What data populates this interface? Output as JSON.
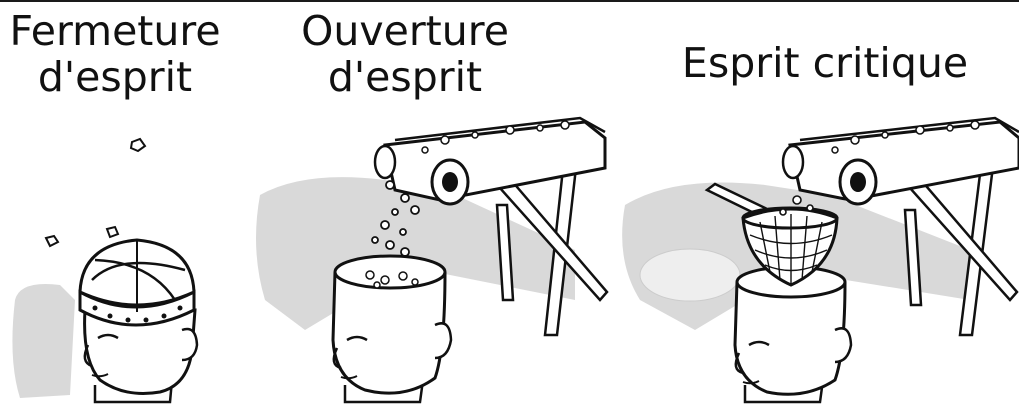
{
  "panels": [
    {
      "caption_line1": "Fermeture",
      "caption_line2": "d'esprit"
    },
    {
      "caption_line1": "Ouverture",
      "caption_line2": "d'esprit"
    },
    {
      "caption_line1": "Esprit critique",
      "caption_line2": ""
    }
  ],
  "colors": {
    "ink": "#111111",
    "shadow": "#d9d9d9",
    "paper": "#ffffff"
  }
}
